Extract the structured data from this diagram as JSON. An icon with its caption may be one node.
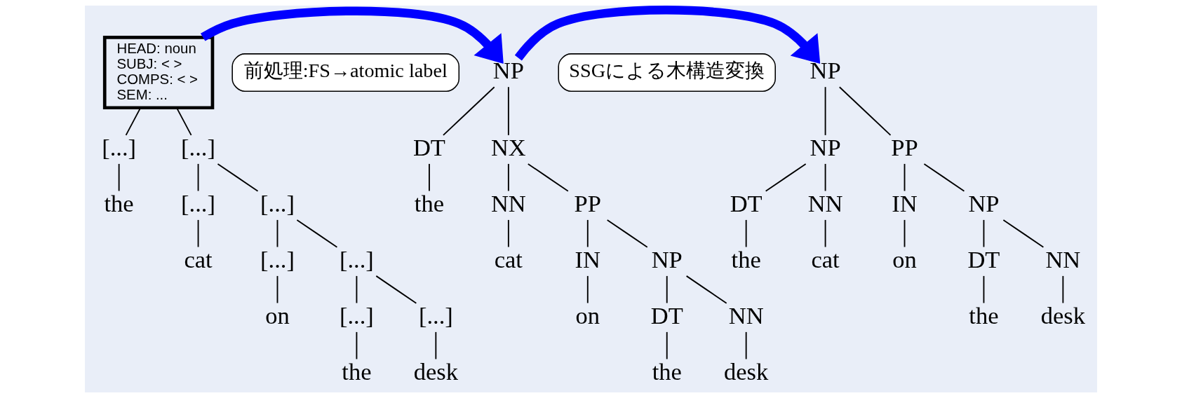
{
  "diagram": {
    "nodes": [
      {
        "text": [
          "HEAD: noun",
          "SUBJ: < >",
          "COMPS: < >",
          "SEM: ..."
        ]
      },
      {
        "text": [
          "[...]"
        ]
      },
      {
        "text": [
          "the"
        ]
      },
      {
        "text": [
          "[...]"
        ]
      },
      {
        "text": [
          "[...]"
        ]
      },
      {
        "text": [
          "cat"
        ]
      },
      {
        "text": [
          "[...]"
        ]
      },
      {
        "text": [
          "[...]"
        ]
      },
      {
        "text": [
          "on"
        ]
      },
      {
        "text": [
          "[...]"
        ]
      },
      {
        "text": [
          "[...]"
        ]
      },
      {
        "text": [
          "the"
        ]
      },
      {
        "text": [
          "[...]"
        ]
      },
      {
        "text": [
          "desk"
        ]
      },
      {
        "text": [
          "前処理:FS→atomic label"
        ]
      },
      {
        "text": [
          "NP"
        ]
      },
      {
        "text": [
          "DT"
        ]
      },
      {
        "text": [
          "the"
        ]
      },
      {
        "text": [
          "NX"
        ]
      },
      {
        "text": [
          "NN"
        ]
      },
      {
        "text": [
          "cat"
        ]
      },
      {
        "text": [
          "PP"
        ]
      },
      {
        "text": [
          "IN"
        ]
      },
      {
        "text": [
          "on"
        ]
      },
      {
        "text": [
          "NP"
        ]
      },
      {
        "text": [
          "DT"
        ]
      },
      {
        "text": [
          "the"
        ]
      },
      {
        "text": [
          "NN"
        ]
      },
      {
        "text": [
          "desk"
        ]
      },
      {
        "text": [
          "SSGによる木構造変換"
        ]
      },
      {
        "text": [
          "NP"
        ]
      },
      {
        "text": [
          "NP"
        ]
      },
      {
        "text": [
          "DT"
        ]
      },
      {
        "text": [
          "the"
        ]
      },
      {
        "text": [
          "NN"
        ]
      },
      {
        "text": [
          "cat"
        ]
      },
      {
        "text": [
          "PP"
        ]
      },
      {
        "text": [
          "IN"
        ]
      },
      {
        "text": [
          "on"
        ]
      },
      {
        "text": [
          "NP"
        ]
      },
      {
        "text": [
          "DT"
        ]
      },
      {
        "text": [
          "the"
        ]
      },
      {
        "text": [
          "NN"
        ]
      },
      {
        "text": [
          "desk"
        ]
      }
    ],
    "edges": [
      {
        "from": 0,
        "to": 1,
        "arrow": "none"
      },
      {
        "from": 0,
        "to": 3,
        "arrow": "none"
      },
      {
        "from": 1,
        "to": 2,
        "arrow": "none"
      },
      {
        "from": 3,
        "to": 4,
        "arrow": "none"
      },
      {
        "from": 3,
        "to": 6,
        "arrow": "none"
      },
      {
        "from": 4,
        "to": 5,
        "arrow": "none"
      },
      {
        "from": 6,
        "to": 7,
        "arrow": "none"
      },
      {
        "from": 6,
        "to": 9,
        "arrow": "none"
      },
      {
        "from": 7,
        "to": 8,
        "arrow": "none"
      },
      {
        "from": 9,
        "to": 10,
        "arrow": "none"
      },
      {
        "from": 9,
        "to": 12,
        "arrow": "none"
      },
      {
        "from": 10,
        "to": 11,
        "arrow": "none"
      },
      {
        "from": 12,
        "to": 13,
        "arrow": "none"
      },
      {
        "from": 15,
        "to": 16,
        "arrow": "none"
      },
      {
        "from": 15,
        "to": 18,
        "arrow": "none"
      },
      {
        "from": 16,
        "to": 17,
        "arrow": "none"
      },
      {
        "from": 18,
        "to": 19,
        "arrow": "none"
      },
      {
        "from": 18,
        "to": 21,
        "arrow": "none"
      },
      {
        "from": 19,
        "to": 20,
        "arrow": "none"
      },
      {
        "from": 21,
        "to": 22,
        "arrow": "none"
      },
      {
        "from": 21,
        "to": 24,
        "arrow": "none"
      },
      {
        "from": 22,
        "to": 23,
        "arrow": "none"
      },
      {
        "from": 24,
        "to": 25,
        "arrow": "none"
      },
      {
        "from": 24,
        "to": 27,
        "arrow": "none"
      },
      {
        "from": 25,
        "to": 26,
        "arrow": "none"
      },
      {
        "from": 27,
        "to": 28,
        "arrow": "none"
      },
      {
        "from": 30,
        "to": 31,
        "arrow": "none"
      },
      {
        "from": 30,
        "to": 36,
        "arrow": "none"
      },
      {
        "from": 31,
        "to": 32,
        "arrow": "none"
      },
      {
        "from": 31,
        "to": 34,
        "arrow": "none"
      },
      {
        "from": 32,
        "to": 33,
        "arrow": "none"
      },
      {
        "from": 34,
        "to": 35,
        "arrow": "none"
      },
      {
        "from": 36,
        "to": 37,
        "arrow": "none"
      },
      {
        "from": 36,
        "to": 39,
        "arrow": "none"
      },
      {
        "from": 37,
        "to": 38,
        "arrow": "none"
      },
      {
        "from": 39,
        "to": 40,
        "arrow": "none"
      },
      {
        "from": 39,
        "to": 42,
        "arrow": "none"
      },
      {
        "from": 40,
        "to": 41,
        "arrow": "none"
      },
      {
        "from": 42,
        "to": 43,
        "arrow": "none"
      },
      {
        "from": 0,
        "to": 15,
        "arrow": "to",
        "style": "thick",
        "color": "#0000ff"
      },
      {
        "from": 15,
        "to": 30,
        "arrow": "to",
        "style": "thick",
        "color": "#0000ff"
      }
    ]
  }
}
